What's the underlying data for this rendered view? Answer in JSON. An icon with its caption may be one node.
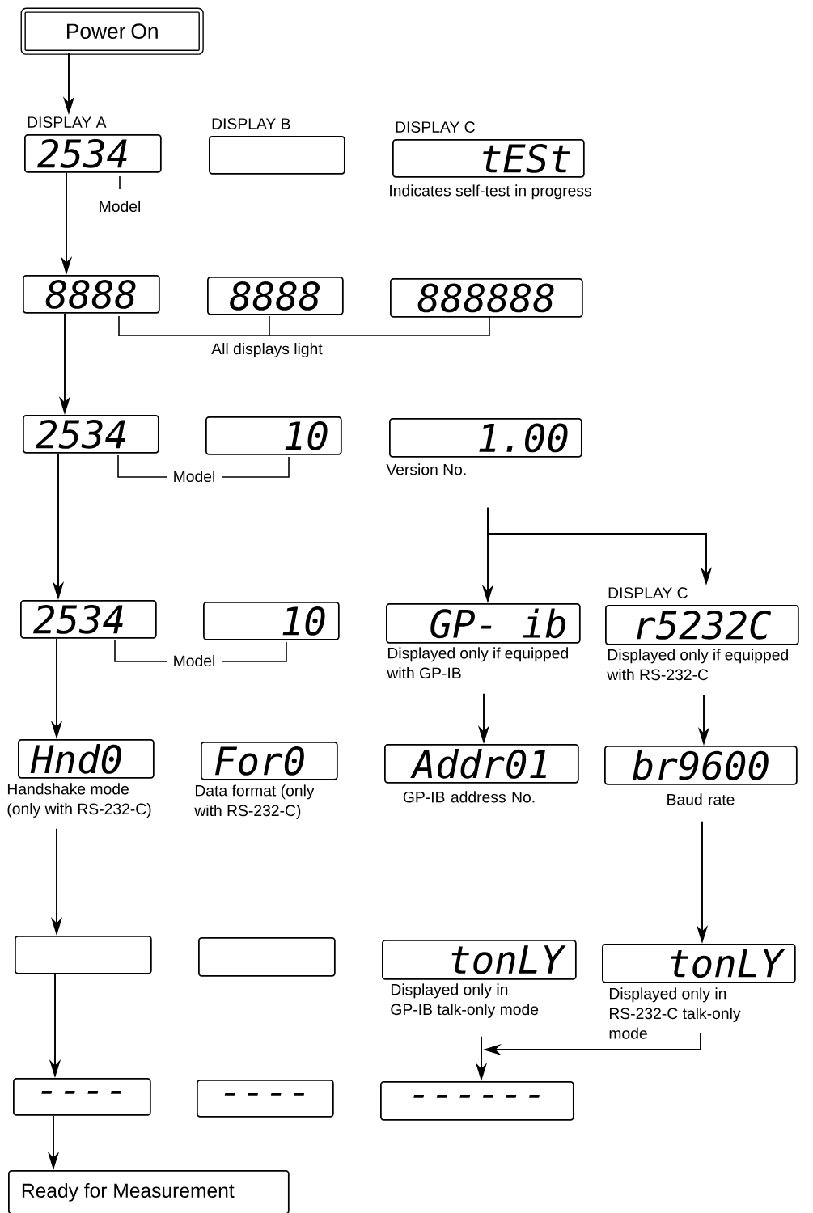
{
  "diagram": {
    "nodes": [
      {
        "text": [
          "Power On"
        ]
      },
      {
        "text": [
          "DISPLAY A",
          "2534"
        ]
      },
      {
        "text": [
          "DISPLAY B"
        ]
      },
      {
        "text": [
          "DISPLAY C",
          "tESt"
        ],
        "beside": [
          "Indicates self-test in progress"
        ]
      },
      {
        "text": [
          "8888"
        ]
      },
      {
        "text": [
          "8888"
        ]
      },
      {
        "text": [
          "888888"
        ]
      },
      {
        "text": [
          "2534"
        ]
      },
      {
        "text": [
          "10"
        ]
      },
      {
        "text": [
          "1.00"
        ],
        "beside": [
          "Version No."
        ]
      },
      {
        "text": [
          "2534"
        ]
      },
      {
        "text": [
          "10"
        ]
      },
      {
        "text": [
          "GP- ib"
        ],
        "beside": [
          "Displayed only if equipped with GP-IB"
        ]
      },
      {
        "text": [
          "DISPLAY C",
          "r5232C"
        ],
        "beside": [
          "Displayed only if equipped with RS-232-C"
        ]
      },
      {
        "text": [
          "Hnd0"
        ],
        "beside": [
          "Handshake mode (only with RS-232-C)"
        ]
      },
      {
        "text": [
          "For0"
        ],
        "beside": [
          "Data format (only with RS-232-C)"
        ]
      },
      {
        "text": [
          "Addr01"
        ],
        "beside": [
          "GP-IB address No."
        ]
      },
      {
        "text": [
          "br9600"
        ],
        "beside": [
          "Baud rate"
        ]
      },
      {
        "text": [],
        "shape": "box"
      },
      {
        "text": [],
        "shape": "box"
      },
      {
        "text": [
          "tonLY"
        ],
        "beside": [
          "Displayed only in GP-IB talk-only mode"
        ]
      },
      {
        "text": [
          "tonLY"
        ],
        "beside": [
          "Displayed only in RS-232-C talk-only mode"
        ]
      },
      {
        "text": [
          "----"
        ]
      },
      {
        "text": [
          "----"
        ]
      },
      {
        "text": [
          "------"
        ]
      },
      {
        "text": [
          "Ready for Measurement"
        ]
      }
    ],
    "edges": [
      {
        "from": 0,
        "to": 1,
        "arrow": "to"
      },
      {
        "from": 1,
        "to": 4,
        "arrow": "to"
      },
      {
        "from": 4,
        "to": 7,
        "arrow": "to"
      },
      {
        "from": 7,
        "to": 10,
        "arrow": "to"
      },
      {
        "from": 9,
        "to": 12,
        "arrow": "to"
      },
      {
        "from": 9,
        "to": 13,
        "arrow": "to"
      },
      {
        "from": 10,
        "to": 14,
        "arrow": "to"
      },
      {
        "from": 12,
        "to": 16,
        "arrow": "to"
      },
      {
        "from": 13,
        "to": 17,
        "arrow": "to"
      },
      {
        "from": 14,
        "to": 18,
        "arrow": "to"
      },
      {
        "from": 17,
        "to": 21,
        "arrow": "to"
      },
      {
        "from": 18,
        "to": 22,
        "arrow": "to"
      },
      {
        "from": 20,
        "to": 24,
        "arrow": "to"
      },
      {
        "from": 21,
        "to": 24,
        "arrow": "to"
      },
      {
        "from": 22,
        "to": 25,
        "arrow": "to"
      }
    ],
    "labels": [
      "Model",
      "All displays light",
      "Model",
      "Model"
    ]
  }
}
